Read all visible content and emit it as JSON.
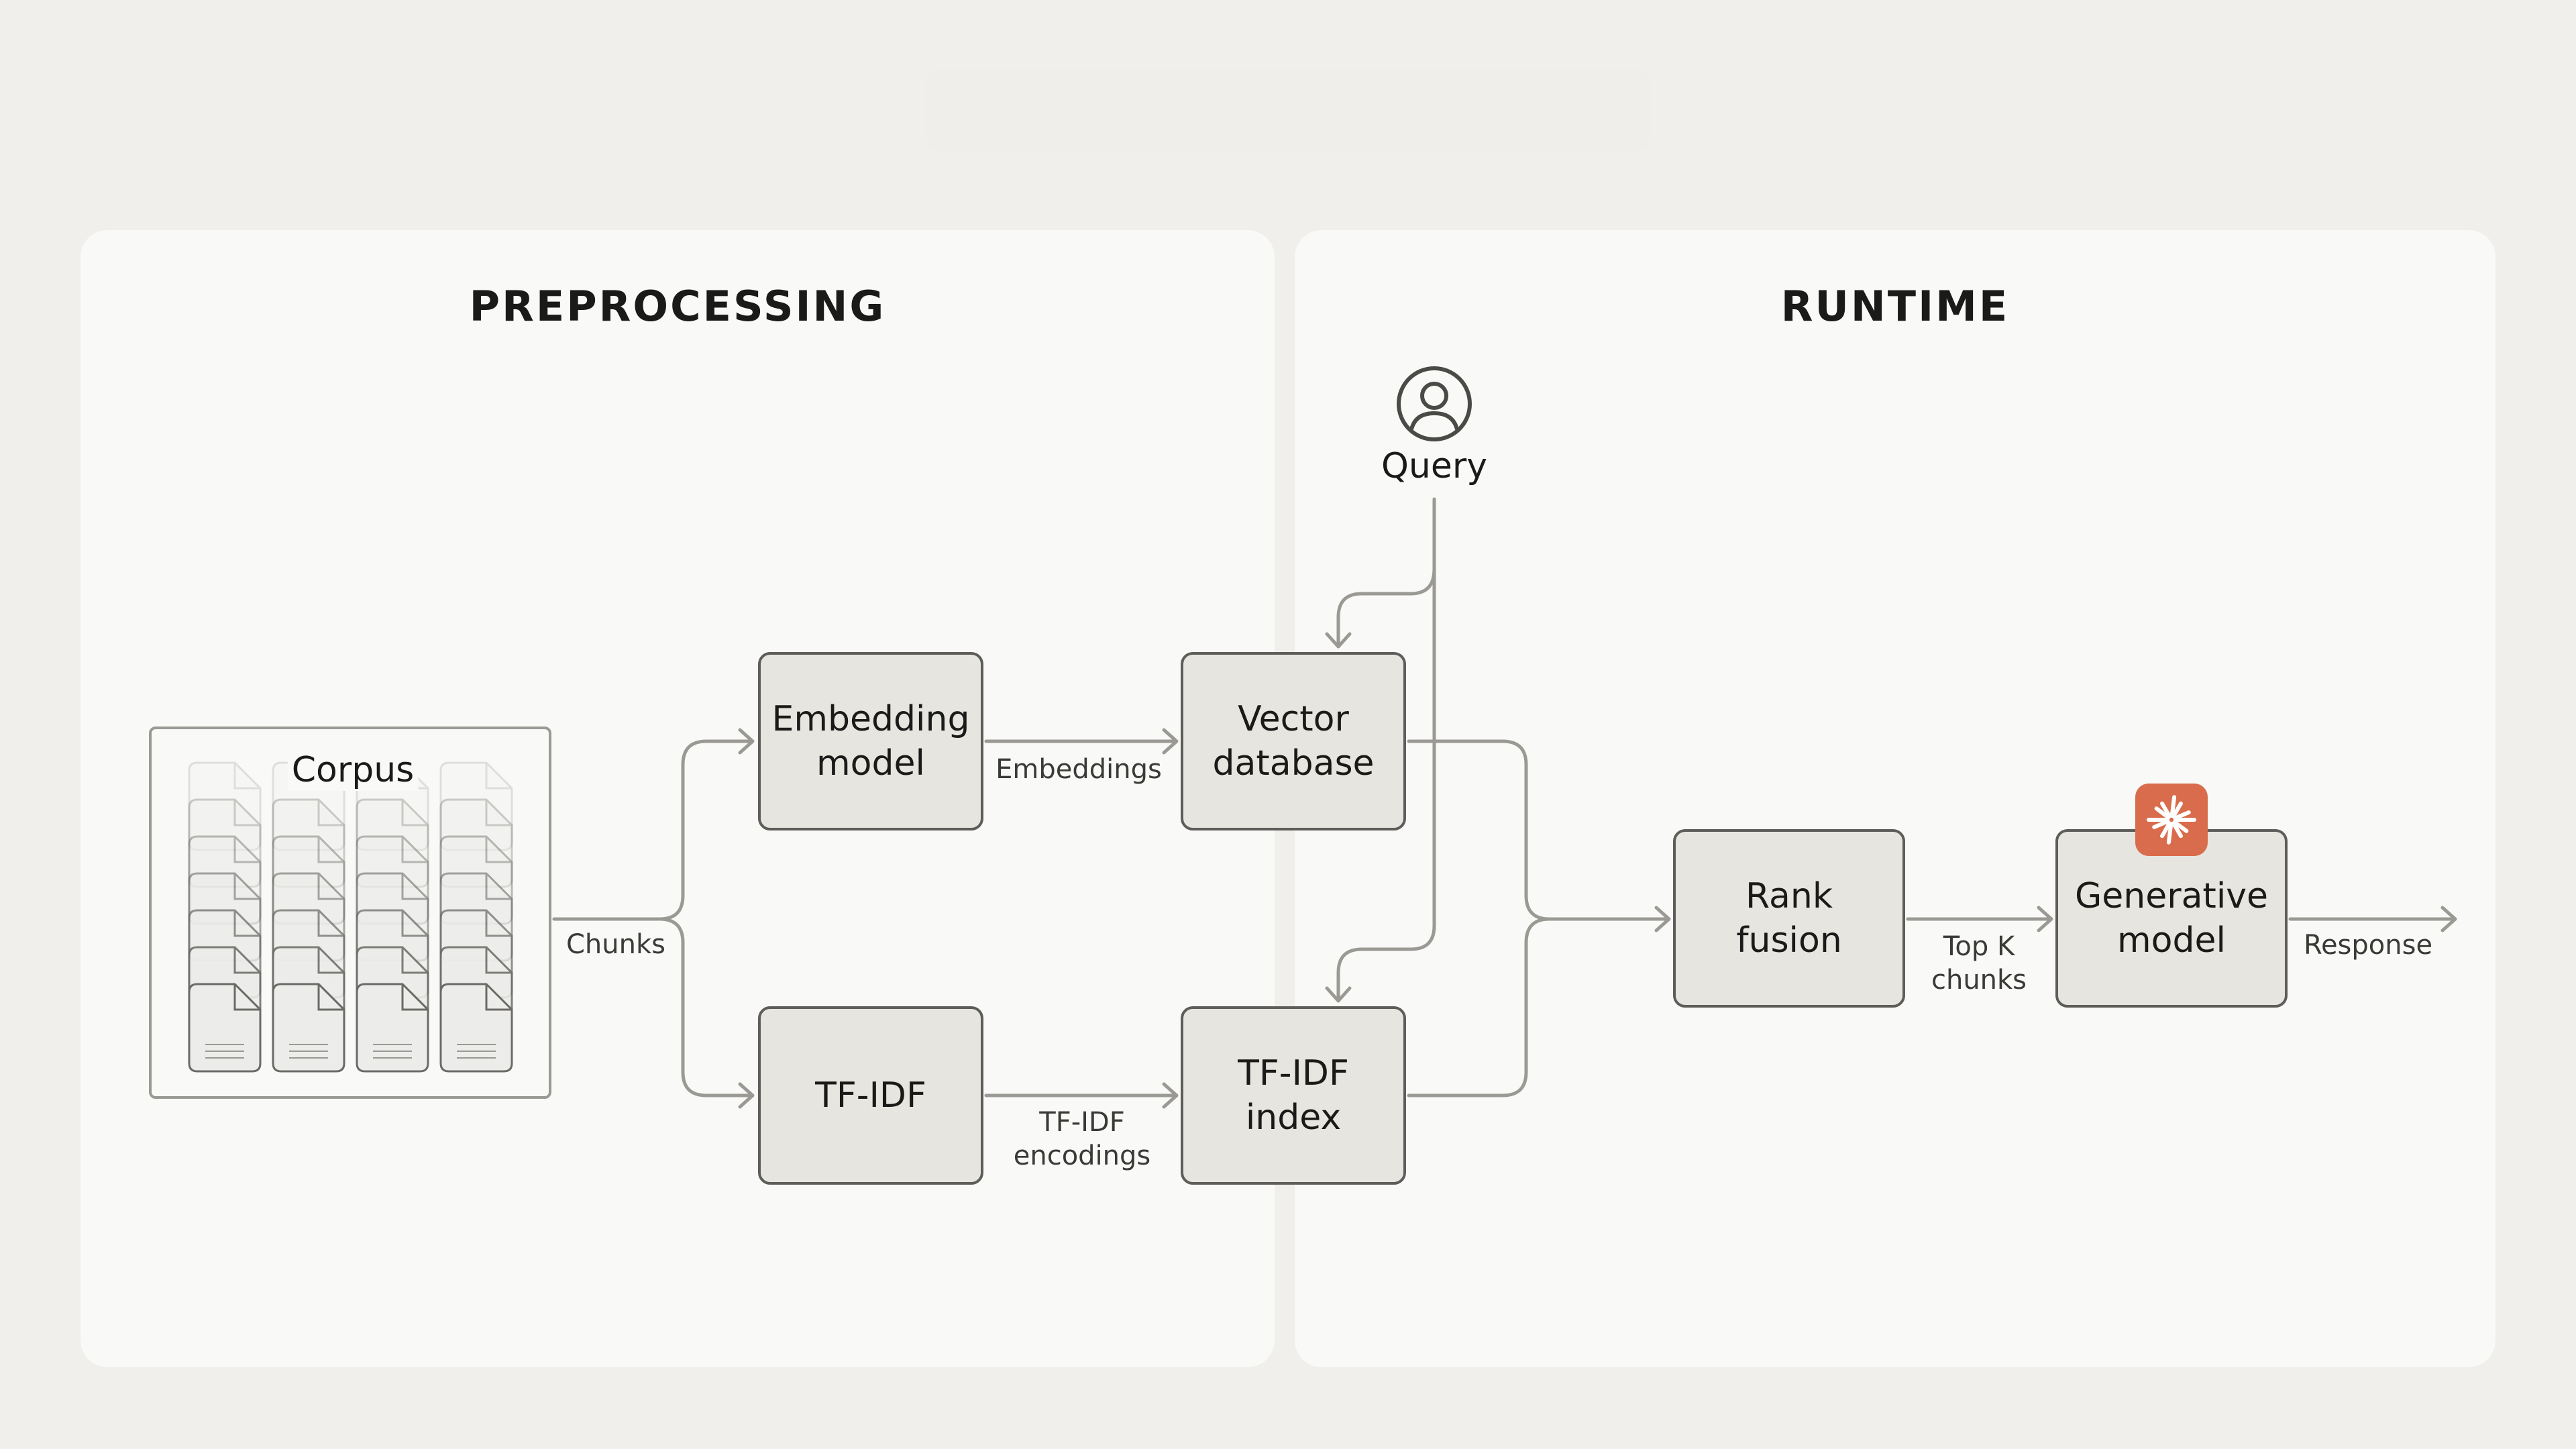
{
  "panels": {
    "preprocessing": {
      "title": "PREPROCESSING"
    },
    "runtime": {
      "title": "RUNTIME"
    }
  },
  "corpus": {
    "label": "Corpus",
    "icon": "document-stack-icon"
  },
  "query": {
    "label": "Query",
    "icon": "user-circle-icon"
  },
  "nodes": {
    "embedding_model": "Embedding\nmodel",
    "tfidf": "TF-IDF",
    "vector_database": "Vector\ndatabase",
    "tfidf_index": "TF-IDF\nindex",
    "rank_fusion": "Rank\nfusion",
    "generative_model": "Generative\nmodel"
  },
  "edges": {
    "chunks": "Chunks",
    "embeddings": "Embeddings",
    "tfidf_encodings": "TF-IDF\nencodings",
    "top_k_chunks": "Top K\nchunks",
    "response": "Response"
  },
  "badge": {
    "icon": "claude-starburst-icon",
    "color": "#d96c4c"
  },
  "colors": {
    "background": "#f0efec",
    "panel": "#f9f9f7",
    "node_fill": "#e6e5e0",
    "node_border": "#5e5d59",
    "wire": "#9a9993"
  }
}
